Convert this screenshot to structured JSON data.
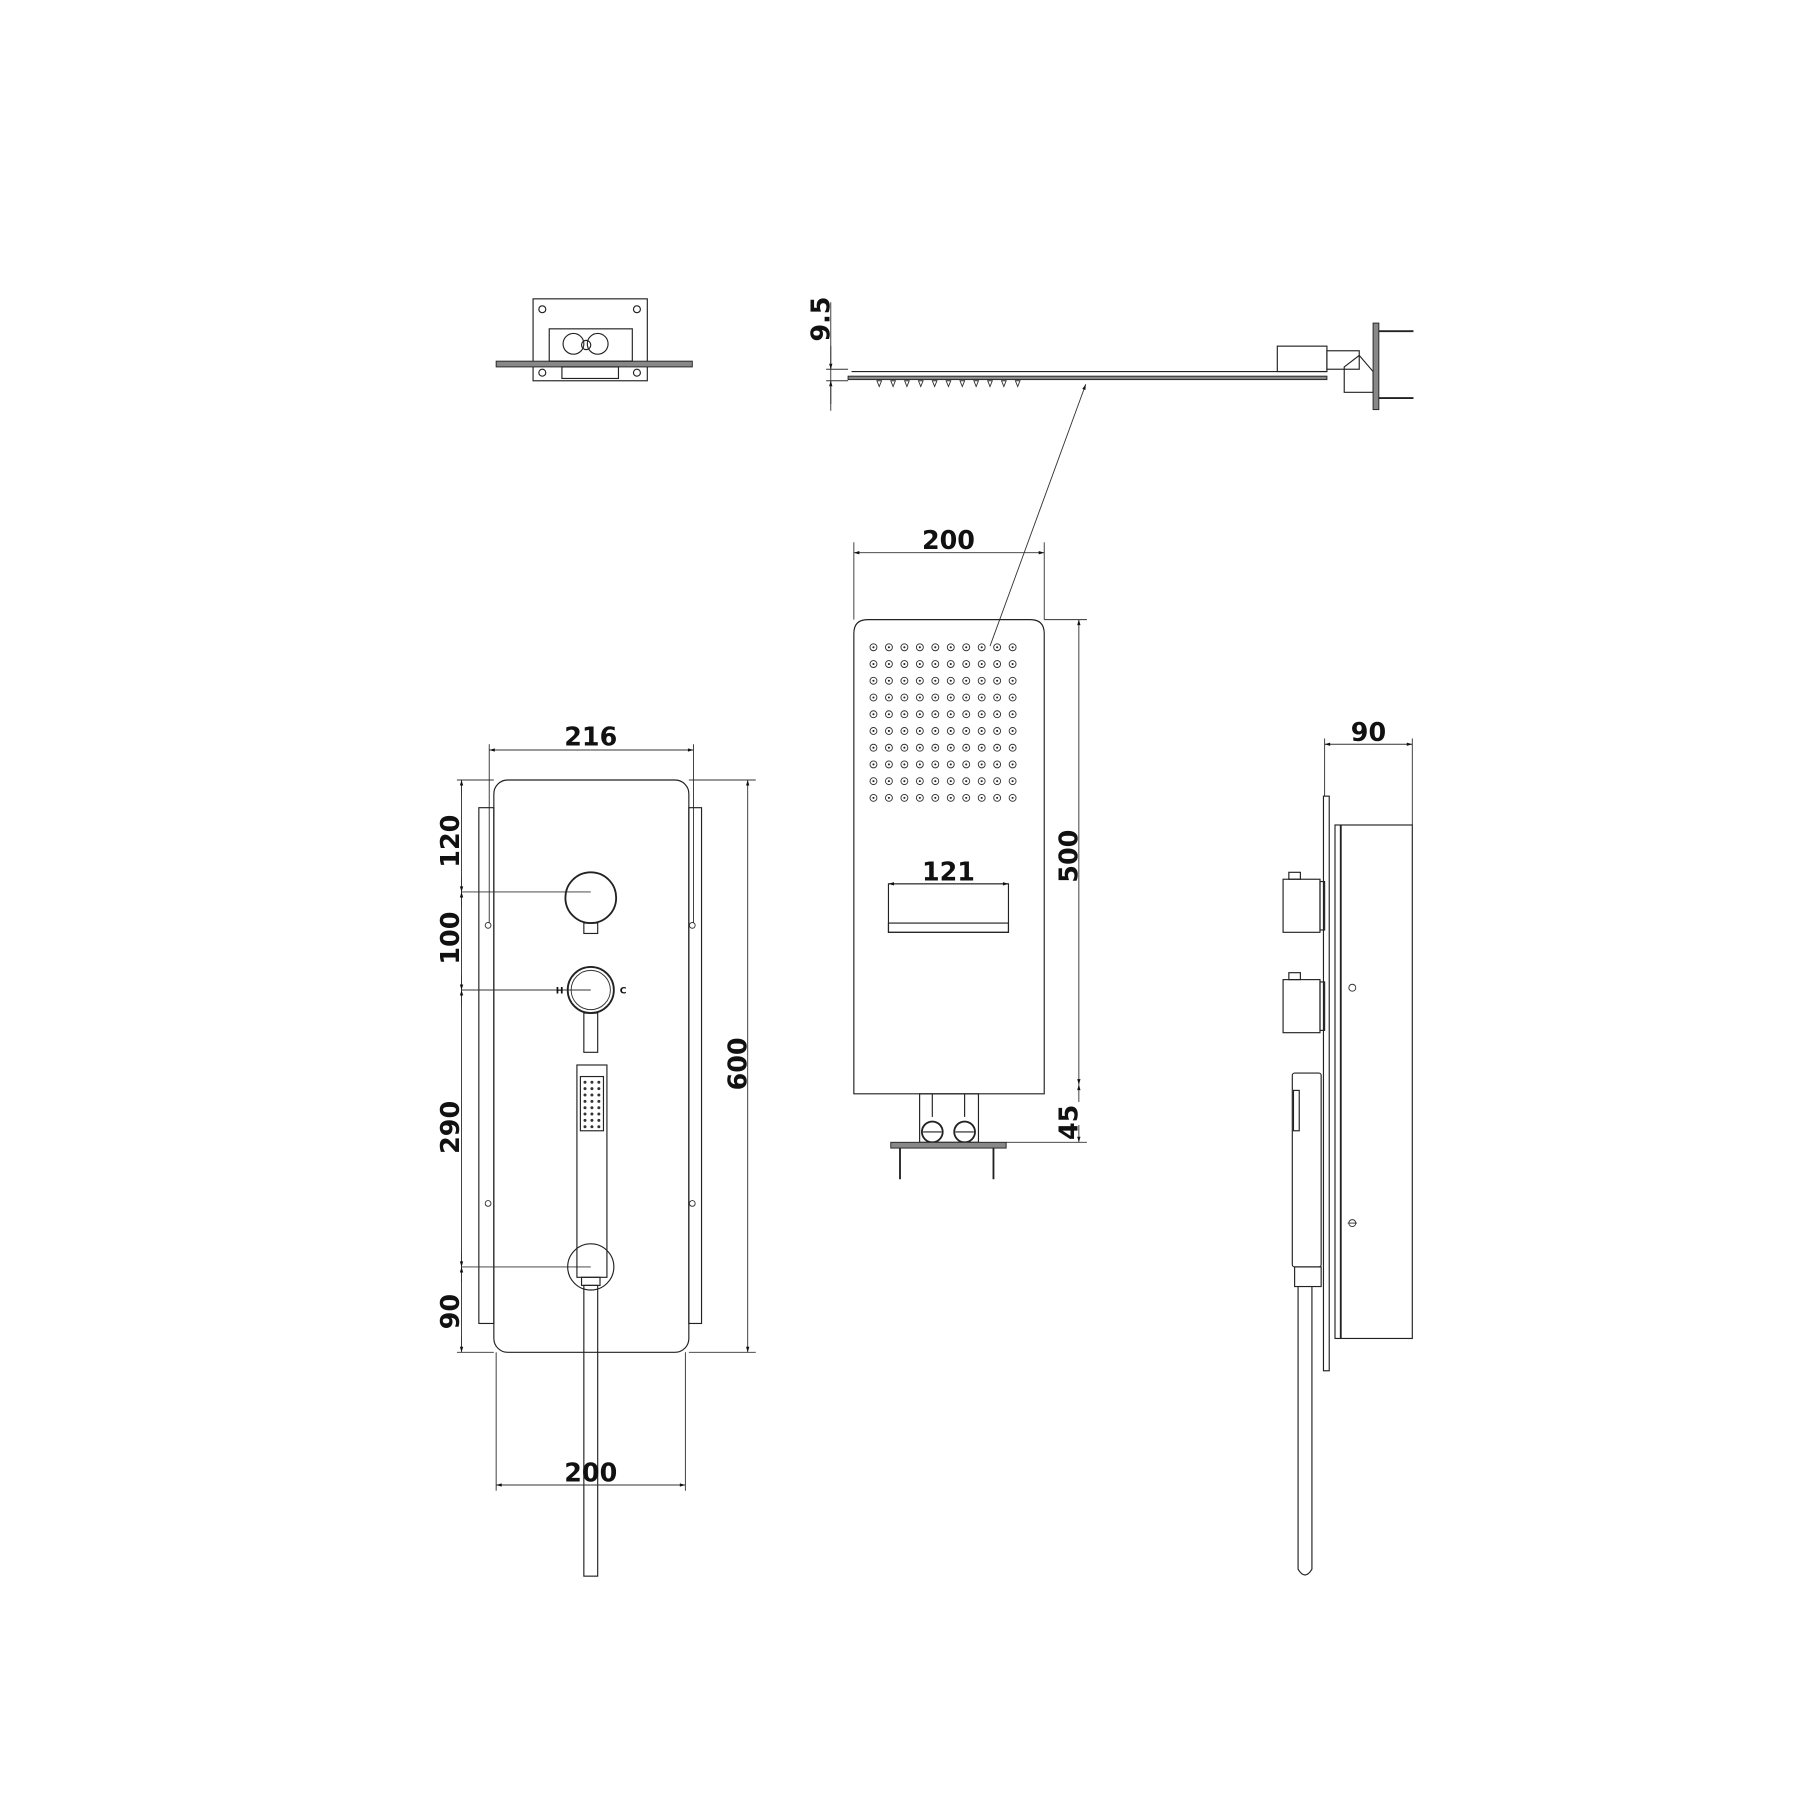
{
  "drawing": {
    "title": "Shower panel dimension drawing",
    "line_color": "#222222",
    "background": "#ffffff",
    "dimensions": {
      "head_thickness": "9.5",
      "head_width": "200",
      "head_length": "500",
      "waterfall_width": "121",
      "arm_offset": "45",
      "panel_width": "216",
      "panel_height": "600",
      "top_to_valve1": "120",
      "valve1_to_valve2": "100",
      "valve2_to_holder": "290",
      "holder_to_bottom": "90",
      "panel_face_width": "200",
      "panel_depth": "90"
    },
    "valve_labels": {
      "hot": "H",
      "cold": "C"
    }
  }
}
